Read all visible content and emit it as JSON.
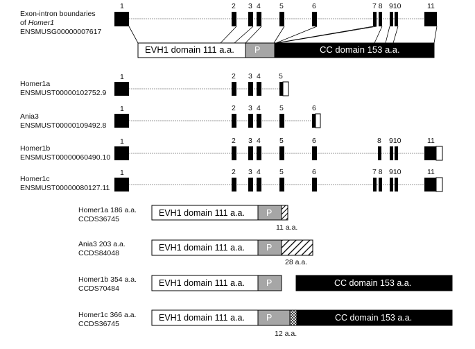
{
  "gene": {
    "title_line1": "Exon-intron boundaries",
    "title_line2_prefix": "of ",
    "title_line2_gene": "Homer1",
    "gene_id": "ENSMUSG00000007617"
  },
  "exon_numbers": {
    "e1": "1",
    "e2": "2",
    "e3": "3",
    "e4": "4",
    "e5": "5",
    "e6": "6",
    "e7": "7",
    "e8": "8",
    "e9": "9",
    "e10": "10",
    "e11": "11",
    "e910": "910",
    "e78": "7 8"
  },
  "gene_protein": {
    "evh1": "EVH1 domain 111 a.a.",
    "p": "P",
    "cc": "CC domain 153 a.a."
  },
  "transcripts": [
    {
      "name": "Homer1a",
      "id": "ENSMUST00000102752.9"
    },
    {
      "name": "Ania3",
      "id": "ENSMUST00000109492.8"
    },
    {
      "name": "Homer1b",
      "id": "ENSMUST00000060490.10"
    },
    {
      "name": "Homer1c",
      "id": "ENSMUST00000080127.11"
    }
  ],
  "proteins": [
    {
      "name": "Homer1a 186 a.a.",
      "ccds": "CCDS36745",
      "evh1": "EVH1 domain 111 a.a.",
      "p": "P",
      "tail": "11 a.a."
    },
    {
      "name": "Ania3 203 a.a.",
      "ccds": "CCDS84048",
      "evh1": "EVH1 domain 111 a.a.",
      "p": "P",
      "tail": "28 a.a."
    },
    {
      "name": "Homer1b 354 a.a.",
      "ccds": "CCDS70484",
      "evh1": "EVH1 domain 111 a.a.",
      "p": "P",
      "cc": "CC domain 153 a.a."
    },
    {
      "name": "Homer1c 366 a.a.",
      "ccds": "CCDS36745",
      "evh1": "EVH1 domain 111 a.a.",
      "p": "P",
      "cc": "CC domain 153 a.a.",
      "tail": "12 a.a."
    }
  ],
  "colors": {
    "exon": "#000000",
    "pro_region": "#a6a6a6",
    "intron_line": "#9a9a9a"
  }
}
